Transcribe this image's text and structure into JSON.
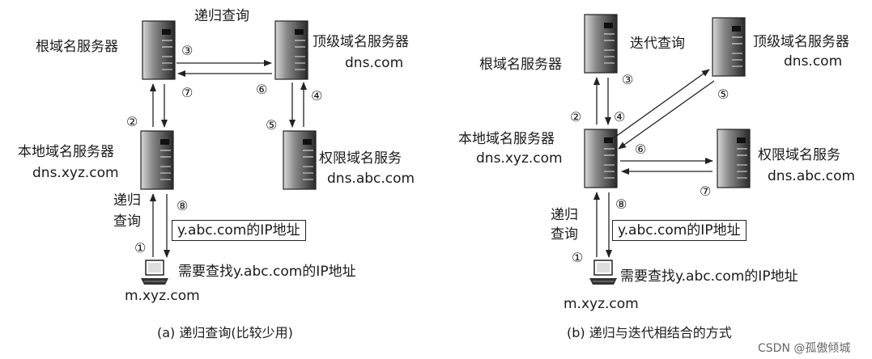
{
  "left": {
    "caption": "(a) 递归查询(比较少用)",
    "top_label": "递归查询",
    "root_label": "根域名服务器",
    "tld_label": "顶级域名服务器",
    "tld_sub": "dns.com",
    "local_label": "本地域名服务器",
    "local_sub": "dns.xyz.com",
    "auth_label": "权限域名服务",
    "auth_sub": "dns.abc.com",
    "recursive_line1": "递归",
    "recursive_line2": "查询",
    "answer_box": "y.abc.com的IP地址",
    "host_request": "需要查找y.abc.com的IP地址",
    "host_name": "m.xyz.com",
    "steps": [
      "①",
      "②",
      "③",
      "④",
      "⑤",
      "⑥",
      "⑦",
      "⑧"
    ]
  },
  "right": {
    "caption": "(b) 递归与迭代相结合的方式",
    "top_label": "迭代查询",
    "root_label": "根域名服务器",
    "tld_label": "顶级域名服务器",
    "tld_sub": "dns.com",
    "local_label": "本地域名服务器",
    "local_sub": "dns.xyz.com",
    "auth_label": "权限域名服务",
    "auth_sub": "dns.abc.com",
    "recursive_line1": "递归",
    "recursive_line2": "查询",
    "answer_box": "y.abc.com的IP地址",
    "host_request": "需要查找y.abc.com的IP地址",
    "host_name": "m.xyz.com",
    "steps": [
      "①",
      "②",
      "③",
      "④",
      "⑤",
      "⑥",
      "⑦",
      "⑧"
    ]
  },
  "watermark": "CSDN @孤傲倾城"
}
